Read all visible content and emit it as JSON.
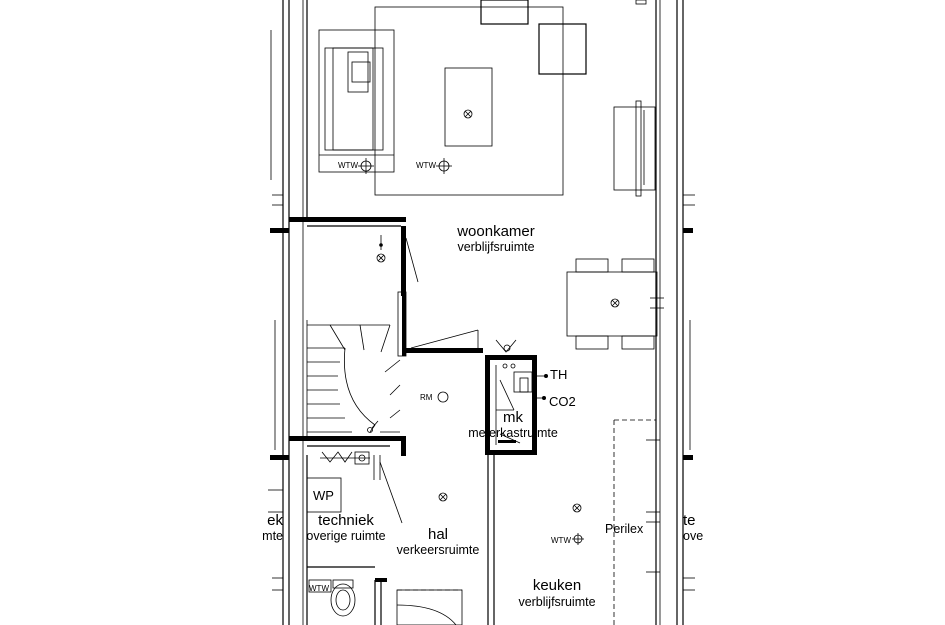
{
  "rooms": {
    "woonkamer": {
      "name": "woonkamer",
      "type": "verblijfsruimte"
    },
    "mk": {
      "name": "mk",
      "type": "meterkastruimte"
    },
    "hal": {
      "name": "hal",
      "type": "verkeersruimte"
    },
    "techniek": {
      "name": "techniek",
      "type": "overige ruimte"
    },
    "keuken": {
      "name": "keuken",
      "type": "verblijfsruimte"
    },
    "techniek_left_partial": {
      "name": "ek",
      "type": "mte"
    },
    "techniek_right_partial": {
      "name": "te",
      "type": "ove"
    }
  },
  "symbols": {
    "wtw": "WTW",
    "rm": "RM",
    "wp": "WP",
    "th": "TH",
    "co2": "CO2",
    "perilex": "Perilex"
  }
}
